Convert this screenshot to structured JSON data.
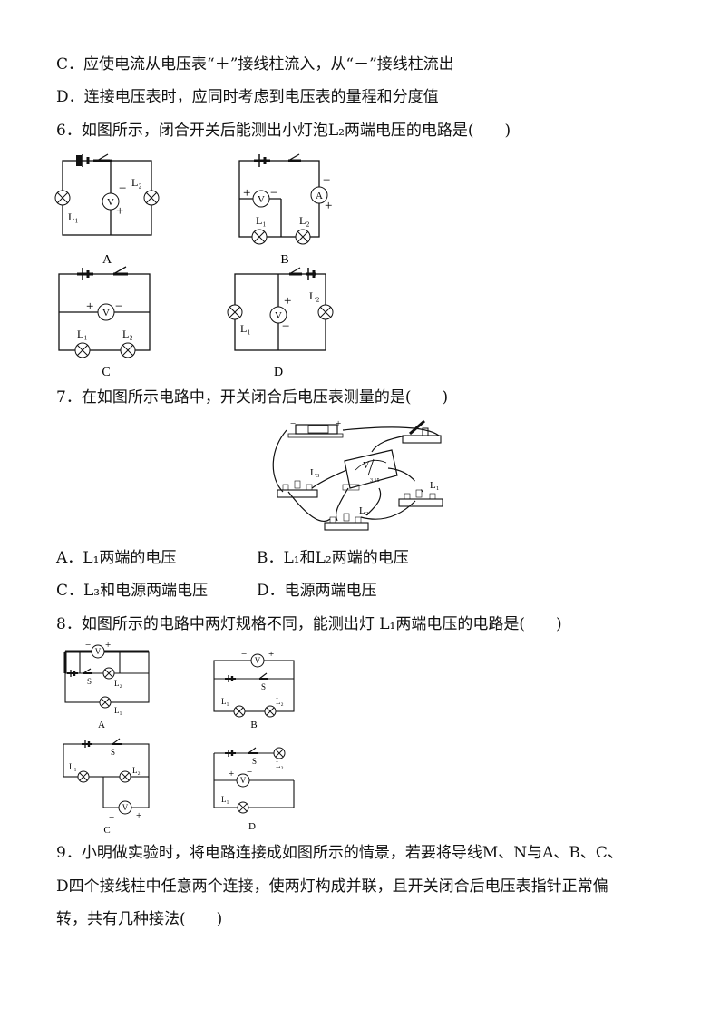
{
  "q5": {
    "c": "C．应使电流从电压表“＋”接线柱流入，从“－”接线柱流出",
    "d": "D．连接电压表时，应同时考虑到电压表的量程和分度值"
  },
  "q6": {
    "stem": "6．如图所示，闭合开关后能测出小灯泡L₂两端电压的电路是(　　)",
    "figs": {
      "A": {
        "caption": "A",
        "l1": "L₁",
        "l2": "L₂",
        "meter": "V",
        "minus": "−",
        "plus": "+"
      },
      "B": {
        "caption": "B",
        "l1": "L₁",
        "l2": "L₂",
        "meter_v": "V",
        "meter_a": "A",
        "plus": "+",
        "minus": "−"
      },
      "C": {
        "caption": "C",
        "l1": "L₁",
        "l2": "L₂",
        "meter": "V",
        "plus": "+",
        "minus": "−"
      },
      "D": {
        "caption": "D",
        "l1": "L₁",
        "l2": "L₂",
        "meter": "V",
        "plus": "+",
        "minus": "−"
      }
    }
  },
  "q7": {
    "stem": "7．在如图所示电路中，开关闭合后电压表测量的是(　　)",
    "fig": {
      "l1": "L₁",
      "l2": "L₂",
      "l3": "L₃",
      "meter": "V",
      "minus": "−",
      "plus": "+",
      "scale": "3 15"
    },
    "a": "A．L₁两端的电压",
    "b": "B．L₁和L₂两端的电压",
    "c": "C．L₃和电源两端电压",
    "d": "D．电源两端电压"
  },
  "q8": {
    "stem": "8．如图所示的电路中两灯规格不同，能测出灯 L₁两端电压的电路是(　　)",
    "figs": {
      "A": {
        "caption": "A",
        "l1": "L₁",
        "l2": "L₂",
        "s": "S",
        "meter": "V",
        "minus": "−",
        "plus": "+"
      },
      "B": {
        "caption": "B",
        "l1": "L₁",
        "l2": "L₂",
        "s": "S",
        "meter": "V",
        "minus": "−",
        "plus": "+"
      },
      "C": {
        "caption": "C",
        "l1": "L₁",
        "l2": "L₂",
        "s": "S",
        "meter": "V",
        "minus": "−",
        "plus": "+"
      },
      "D": {
        "caption": "D",
        "l1": "L₁",
        "l2": "L₂",
        "s": "S",
        "meter": "V",
        "minus": "−",
        "plus": "+"
      }
    }
  },
  "q9": {
    "line1": "9．小明做实验时，将电路连接成如图所示的情景，若要将导线M、N与A、B、C、",
    "line2": "D四个接线柱中任意两个连接，使两灯构成并联，且开关闭合后电压表指针正常偏",
    "line3": "转，共有几种接法(　　)"
  }
}
